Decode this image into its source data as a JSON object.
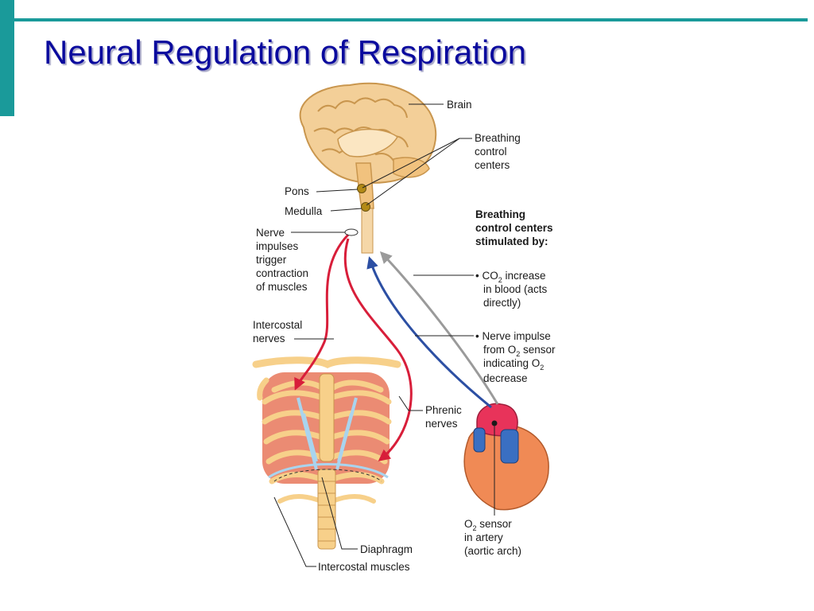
{
  "slide": {
    "title": "Neural Regulation of Respiration",
    "accent_color": "#1a9a9a",
    "title_color": "#0a0a9e"
  },
  "figure": {
    "labels": {
      "brain": "Brain",
      "breathing_control_centers": [
        "Breathing",
        "control",
        "centers"
      ],
      "pons": "Pons",
      "medulla": "Medulla",
      "nerve_impulses": [
        "Nerve",
        "impulses",
        "trigger",
        "contraction",
        "of muscles"
      ],
      "intercostal_nerves": [
        "Intercostal",
        "nerves"
      ],
      "phrenic_nerves": [
        "Phrenic",
        "nerves"
      ],
      "diaphragm": "Diaphragm",
      "intercostal_muscles": "Intercostal muscles",
      "o2_sensor": {
        "line1_pre": "O",
        "line1_sub": "2",
        "line1_post": " sensor",
        "line2": "in artery",
        "line3": "(aortic arch)"
      }
    },
    "stimuli": {
      "heading": [
        "Breathing",
        "control centers",
        "stimulated by:"
      ],
      "co2": {
        "line1_pre": "• CO",
        "line1_sub": "2",
        "line1_post": " increase",
        "line2": "in blood (acts",
        "line3": "directly)"
      },
      "o2": {
        "line1": "• Nerve impulse",
        "line2_pre": "from O",
        "line2_sub": "2",
        "line2_post": " sensor",
        "line3_pre": "indicating O",
        "line3_sub": "2",
        "line4": "decrease"
      }
    },
    "colors": {
      "motor_nerve": "#d81e3a",
      "sensory_nerve": "#2c4fa3",
      "co2_path": "#9a9a9a",
      "brain": "#f3cf98",
      "bone": "#f7d08a",
      "muscle": "#e8775a",
      "cartilage": "#a9d4ee",
      "heart": "#f08a55"
    }
  }
}
